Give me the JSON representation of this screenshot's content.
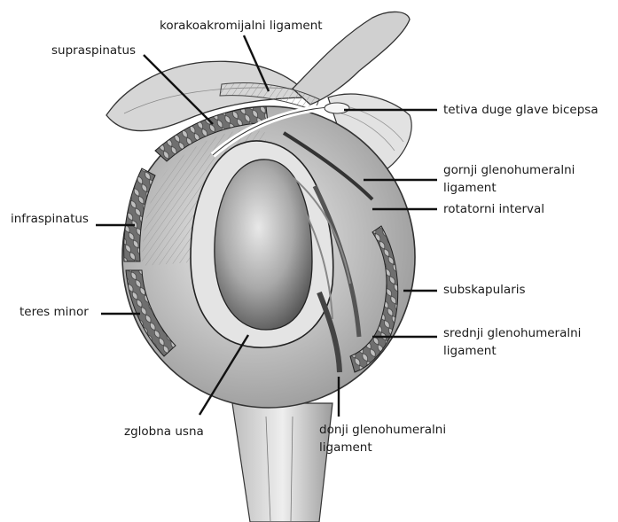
{
  "labels": {
    "coracoacromial": "korakoakromijalni ligament",
    "supraspinatus": "supraspinatus",
    "infraspinatus": "infraspinatus",
    "teres_minor": "teres minor",
    "labrum": "zglobna usna",
    "biceps_tendon": "tetiva duge glave bicepsa",
    "superior_gh_line1": "gornji glenohumeralni",
    "superior_gh_line2": "ligament",
    "rotator_interval": "rotatorni interval",
    "subscapularis": "subskapularis",
    "middle_gh_line1": "srednji glenohumeralni",
    "middle_gh_line2": "ligament",
    "inferior_gh_line1": "donji glenohumeralni",
    "inferior_gh_line2": "ligament"
  },
  "colors": {
    "ink": "#1a1a1a",
    "tissue": "#d9d9d9",
    "tissue_dark": "#8c8c8c",
    "glenoid": "#a8a8a8"
  }
}
